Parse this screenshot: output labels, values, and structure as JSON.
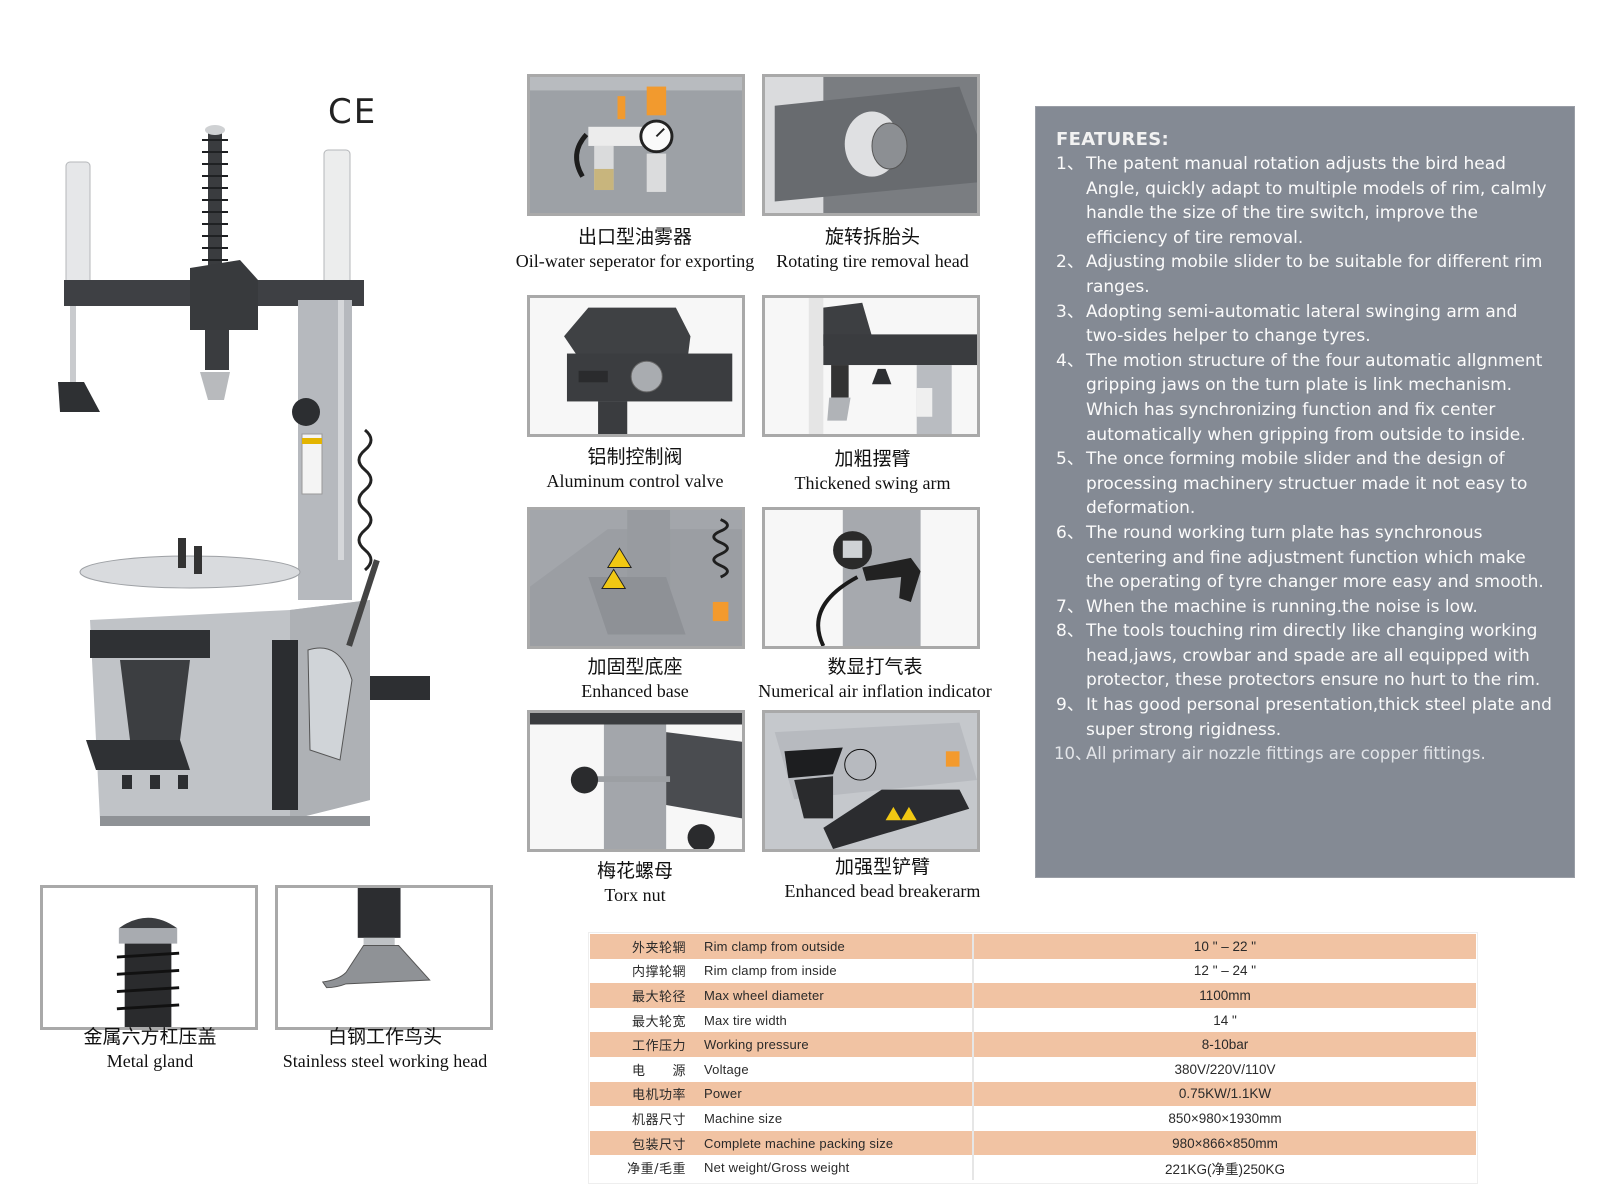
{
  "certification_mark": "CE",
  "main_product": {
    "image_alt": "tyre-changer-machine"
  },
  "detail_photos": [
    {
      "zh": "出口型油雾器",
      "en": "Oil-water seperator for exporting"
    },
    {
      "zh": "旋转拆胎头",
      "en": "Rotating tire removal head"
    },
    {
      "zh": "铝制控制阀",
      "en": "Aluminum control valve"
    },
    {
      "zh": "加粗摆臂",
      "en": "Thickened swing arm"
    },
    {
      "zh": "加固型底座",
      "en": "Enhanced base"
    },
    {
      "zh": "数显打气表",
      "en": "Numerical air inflation indicator"
    },
    {
      "zh": "梅花螺母",
      "en": "Torx nut"
    },
    {
      "zh": "加强型铲臂",
      "en": "Enhanced bead breakerarm"
    },
    {
      "zh": "金属六方杠压盖",
      "en": "Metal gland"
    },
    {
      "zh": "白钢工作鸟头",
      "en": "Stainless steel working head"
    }
  ],
  "features": {
    "title": "FEATURES:",
    "items": [
      {
        "num": "1、",
        "text": "The patent manual rotation adjusts the bird head Angle, quickly adapt to multiple models of rim, calmly handle the size of the tire switch, improve the efficiency of tire removal."
      },
      {
        "num": "2、",
        "text": "Adjusting mobile slider to be suitable for different rim ranges."
      },
      {
        "num": "3、",
        "text": "Adopting semi-automatic lateral swinging arm and two-sides helper to change tyres."
      },
      {
        "num": "4、",
        "text": "The motion structure of the four automatic allgnment gripping jaws on the turn plate is link mechanism. Which has synchronizing function and fix center automatically when gripping from outside to inside."
      },
      {
        "num": "5、",
        "text": "The once forming mobile slider and the design of processing machinery structuer made it not easy to deformation."
      },
      {
        "num": "6、",
        "text": "The round working turn plate has synchronous centering and fine adjustment function which make the operating of tyre changer more easy and smooth."
      },
      {
        "num": "7、",
        "text": "When the machine is running.the noise is low."
      },
      {
        "num": "8、",
        "text": "The tools touching rim directly like changing working head,jaws, crowbar and spade are all equipped with protector, these protectors ensure no hurt to the rim."
      },
      {
        "num": "9、",
        "text": "It has good personal presentation,thick steel plate and super strong rigidness."
      },
      {
        "num": "10、",
        "text": "All primary air nozzle fittings are copper fittings."
      }
    ]
  },
  "specifications": [
    {
      "zh": "外夹轮辋",
      "en": "Rim clamp from outside",
      "value": "10 \" – 22 \""
    },
    {
      "zh": "内撑轮辋",
      "en": "Rim clamp from inside",
      "value": "12 \" – 24 \""
    },
    {
      "zh": "最大轮径",
      "en": "Max wheel diameter",
      "value": "1100mm"
    },
    {
      "zh": "最大轮宽",
      "en": "Max tire width",
      "value": "14 \""
    },
    {
      "zh": "工作压力",
      "en": "Working pressure",
      "value": "8-10bar"
    },
    {
      "zh": "电　　源",
      "en": "Voltage",
      "value": "380V/220V/110V"
    },
    {
      "zh": "电机功率",
      "en": "Power",
      "value": "0.75KW/1.1KW"
    },
    {
      "zh": "机器尺寸",
      "en": "Machine size",
      "value": "850×980×1930mm"
    },
    {
      "zh": "包装尺寸",
      "en": "Complete machine packing size",
      "value": "980×866×850mm"
    },
    {
      "zh": "净重/毛重",
      "en": "Net weight/Gross weight",
      "value": "221KG(净重)250KG"
    }
  ],
  "colors": {
    "features_panel": "#848a94",
    "table_row_highlight": "#f1c3a3",
    "photo_border": "#a9a9a9",
    "machine_gray": "#b9bcc1",
    "machine_dark": "#3b3d40"
  }
}
